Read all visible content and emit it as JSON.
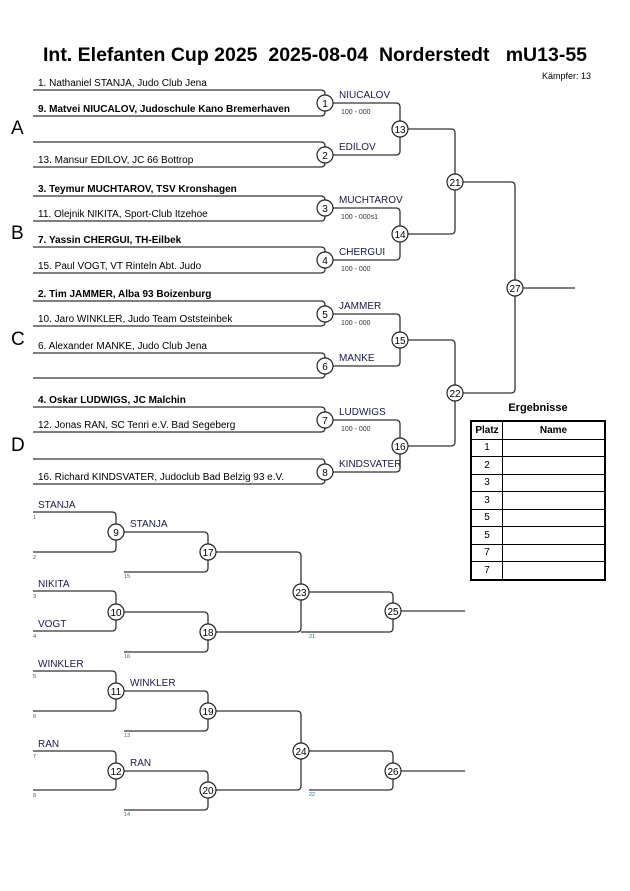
{
  "header": {
    "title": "Int. Elefanten Cup 2025  2025-08-04  Norderstedt   mU13-55",
    "fighter_count": "Kämpfer: 13"
  },
  "main": {
    "pools": [
      "A",
      "B",
      "C",
      "D"
    ],
    "entries": [
      {
        "text": "1. Nathaniel STANJA, Judo Club Jena",
        "bold": false
      },
      {
        "text": "9. Matvei NIUCALOV, Judoschule Kano Bremerhaven",
        "bold": true
      },
      {
        "text": "",
        "bold": false
      },
      {
        "text": "13. Mansur EDILOV, JC 66 Bottrop",
        "bold": false
      },
      {
        "text": "3. Teymur MUCHTAROV, TSV Kronshagen",
        "bold": true
      },
      {
        "text": "11. Olejnik NIKITA, Sport-Club Itzehoe",
        "bold": false
      },
      {
        "text": "7. Yassin CHERGUI, TH-Eilbek",
        "bold": true
      },
      {
        "text": "15. Paul VOGT, VT Rinteln Abt. Judo",
        "bold": false
      },
      {
        "text": "2. Tim JAMMER, Alba 93 Boizenburg",
        "bold": true
      },
      {
        "text": "10. Jaro WINKLER, Judo Team Oststeinbek",
        "bold": false
      },
      {
        "text": "6. Alexander MANKE, Judo Club Jena",
        "bold": false
      },
      {
        "text": "",
        "bold": false
      },
      {
        "text": "4. Oskar LUDWIGS, JC Malchin",
        "bold": true
      },
      {
        "text": "12. Jonas RAN, SC Tenri e.V. Bad Segeberg",
        "bold": false
      },
      {
        "text": "",
        "bold": false
      },
      {
        "text": "16. Richard KINDSVATER, Judoclub Bad Belzig 93 e.V.",
        "bold": false
      }
    ],
    "round1": [
      {
        "fight": "1",
        "winner": "NIUCALOV",
        "score": "100 - 000"
      },
      {
        "fight": "2",
        "winner": "EDILOV",
        "score": ""
      },
      {
        "fight": "3",
        "winner": "MUCHTAROV",
        "score": "100 - 000s1"
      },
      {
        "fight": "4",
        "winner": "CHERGUI",
        "score": "100 - 000"
      },
      {
        "fight": "5",
        "winner": "JAMMER",
        "score": "100 - 000"
      },
      {
        "fight": "6",
        "winner": "MANKE",
        "score": ""
      },
      {
        "fight": "7",
        "winner": "LUDWIGS",
        "score": "100 - 000"
      },
      {
        "fight": "8",
        "winner": "KINDSVATER",
        "score": ""
      }
    ],
    "round2": [
      "13",
      "14",
      "15",
      "16"
    ],
    "round3": [
      "21",
      "22"
    ],
    "final": "27"
  },
  "repechage": {
    "first_round": [
      {
        "fight": "9",
        "top": "STANJA",
        "top_ref": "1",
        "bottom": "",
        "bottom_ref": "2",
        "winner": "STANJA"
      },
      {
        "fight": "10",
        "top": "NIKITA",
        "top_ref": "3",
        "bottom": "VOGT",
        "bottom_ref": "4",
        "winner": ""
      },
      {
        "fight": "11",
        "top": "WINKLER",
        "top_ref": "5",
        "bottom": "",
        "bottom_ref": "6",
        "winner": "WINKLER"
      },
      {
        "fight": "12",
        "top": "RAN",
        "top_ref": "7",
        "bottom": "",
        "bottom_ref": "8",
        "winner": "RAN"
      }
    ],
    "second_round": [
      {
        "fight": "17",
        "ref": "15"
      },
      {
        "fight": "18",
        "ref": "16"
      },
      {
        "fight": "19",
        "ref": "13"
      },
      {
        "fight": "20",
        "ref": "14"
      }
    ],
    "third_round": [
      {
        "fight": "23",
        "ref": "21"
      },
      {
        "fight": "24",
        "ref": "22"
      }
    ],
    "bronze": [
      "25",
      "26"
    ]
  },
  "results": {
    "title": "Ergebnisse",
    "col_place": "Platz",
    "col_name": "Name",
    "rows": [
      {
        "place": "1",
        "name": ""
      },
      {
        "place": "2",
        "name": ""
      },
      {
        "place": "3",
        "name": ""
      },
      {
        "place": "3",
        "name": ""
      },
      {
        "place": "5",
        "name": ""
      },
      {
        "place": "5",
        "name": ""
      },
      {
        "place": "7",
        "name": ""
      },
      {
        "place": "7",
        "name": ""
      }
    ]
  }
}
